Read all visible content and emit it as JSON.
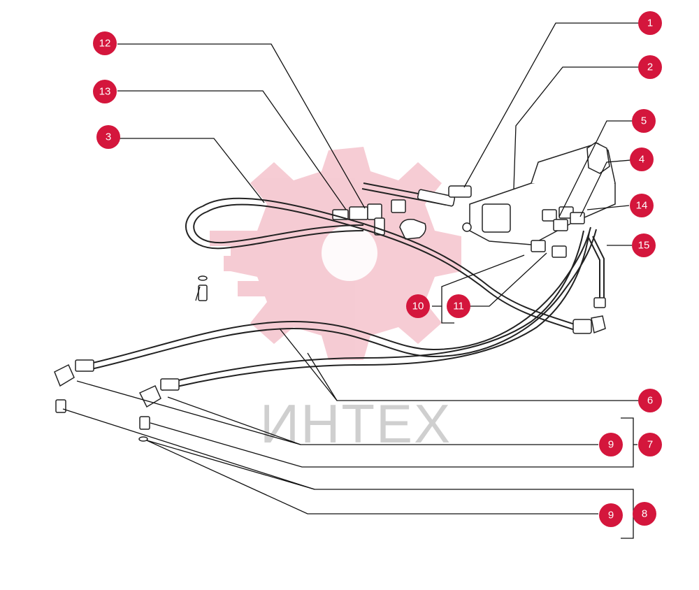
{
  "watermark": {
    "text": "ИНТЕХ",
    "color": "#d4163c"
  },
  "badge_color": "#d4163c",
  "callouts": [
    {
      "id": "c1",
      "label": "1"
    },
    {
      "id": "c2",
      "label": "2"
    },
    {
      "id": "c3",
      "label": "3"
    },
    {
      "id": "c4",
      "label": "4"
    },
    {
      "id": "c5",
      "label": "5"
    },
    {
      "id": "c6",
      "label": "6"
    },
    {
      "id": "c7",
      "label": "7"
    },
    {
      "id": "c8",
      "label": "8"
    },
    {
      "id": "c9a",
      "label": "9"
    },
    {
      "id": "c9b",
      "label": "9"
    },
    {
      "id": "c10",
      "label": "10"
    },
    {
      "id": "c11",
      "label": "11"
    },
    {
      "id": "c12",
      "label": "12"
    },
    {
      "id": "c13",
      "label": "13"
    },
    {
      "id": "c14",
      "label": "14"
    },
    {
      "id": "c15",
      "label": "15"
    }
  ]
}
